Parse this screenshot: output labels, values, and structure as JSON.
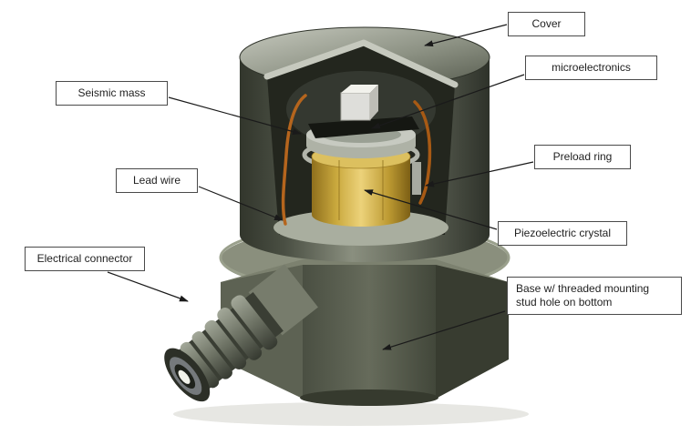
{
  "diagram": {
    "labels": [
      {
        "id": "cover",
        "text": "Cover"
      },
      {
        "id": "microelectronics",
        "text": "microelectronics"
      },
      {
        "id": "seismic-mass",
        "text": "Seismic mass"
      },
      {
        "id": "preload-ring",
        "text": "Preload ring"
      },
      {
        "id": "lead-wire",
        "text": "Lead wire"
      },
      {
        "id": "piezoelectric-crystal",
        "text": "Piezoelectric crystal"
      },
      {
        "id": "electrical-connector",
        "text": "Electrical connector"
      },
      {
        "id": "base",
        "text": "Base w/ threaded mounting stud hole on bottom"
      }
    ],
    "palette": {
      "body_dark": "#4c5145",
      "body_light": "#b9bdb2",
      "crystal_gold": "#caa93e",
      "wire_copper": "#b5651d",
      "label_border": "#4a4a4a",
      "arrow": "#1a1a1a"
    }
  }
}
